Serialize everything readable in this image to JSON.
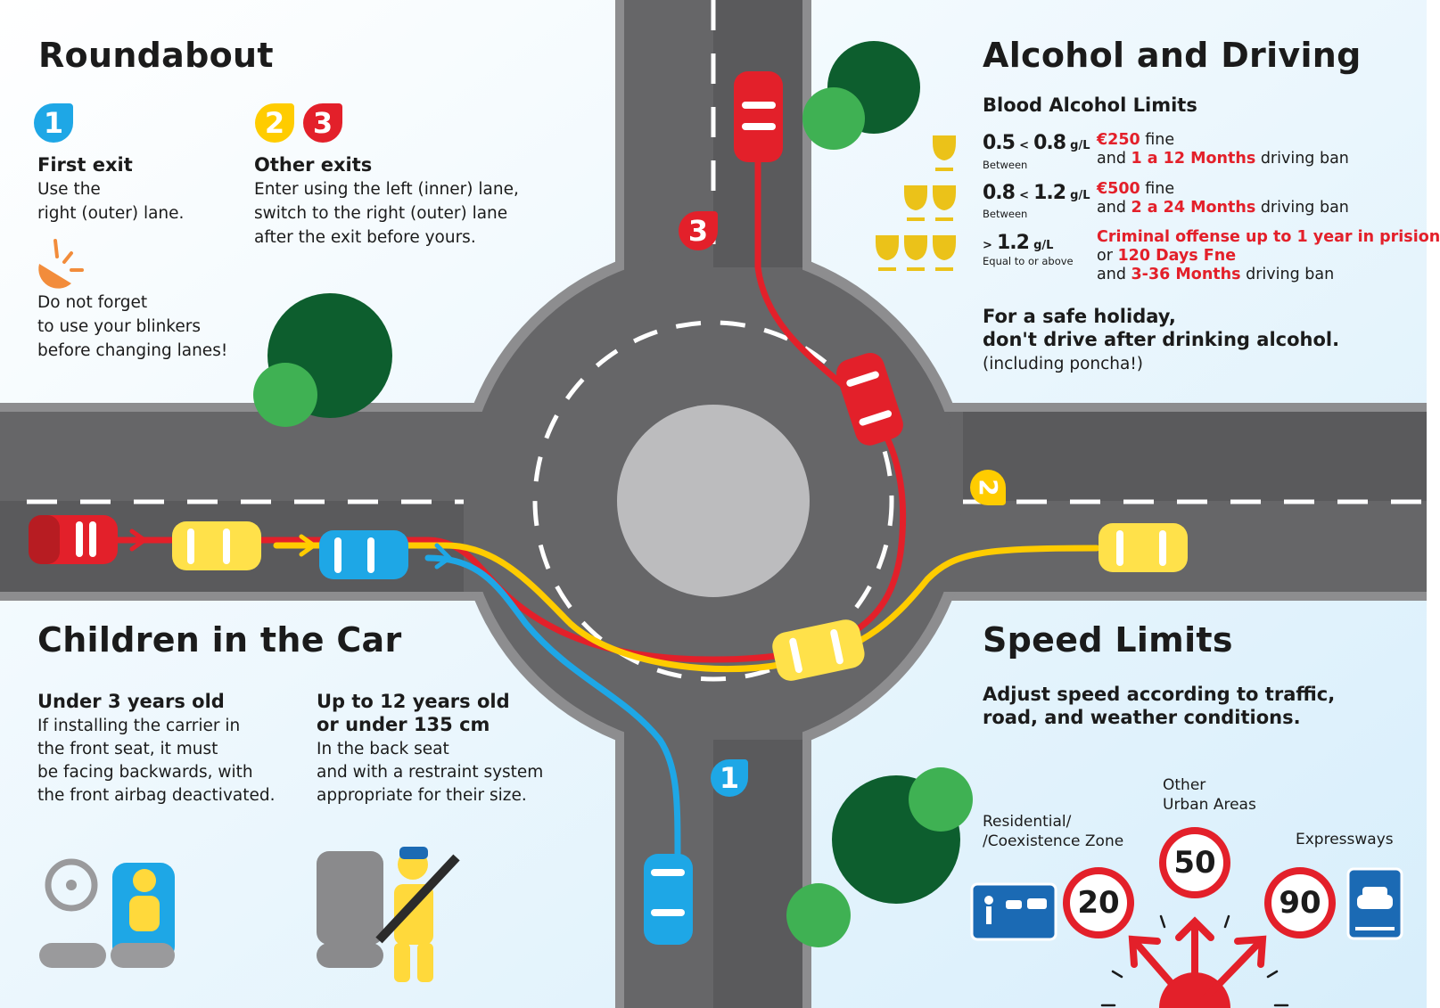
{
  "roundabout": {
    "title": "Roundabout",
    "first_exit": {
      "badge": "1",
      "heading": "First exit",
      "line1": "Use the",
      "line2": "right (outer) lane."
    },
    "other_exits": {
      "badge1": "2",
      "badge2": "3",
      "heading": "Other exits",
      "line1": "Enter using the left (inner) lane,",
      "line2": "switch to the right (outer) lane",
      "line3": "after the exit before yours."
    },
    "blinker_note": {
      "line1": "Do not forget",
      "line2": "to use your blinkers",
      "line3": "before changing lanes!"
    },
    "road_badges": {
      "exit1": "1",
      "exit2": "2",
      "exit3": "3"
    }
  },
  "alcohol": {
    "title": "Alcohol and Driving",
    "subtitle": "Blood Alcohol Limits",
    "rows": [
      {
        "range_a": "0.5",
        "sep": "<",
        "range_b": "0.8",
        "unit": "g/L",
        "qualifier": "Between",
        "fine_red": "€250",
        "fine_text": " fine",
        "ban_pre": "and ",
        "ban_red": "1 a 12 Months",
        "ban_post": " driving ban"
      },
      {
        "range_a": "0.8",
        "sep": "<",
        "range_b": "1.2",
        "unit": "g/L",
        "qualifier": "Between",
        "fine_red": "€500",
        "fine_text": " fine",
        "ban_pre": "and ",
        "ban_red": "2 a 24 Months",
        "ban_post": " driving ban"
      },
      {
        "range_a": ">",
        "range_b": "1.2",
        "unit": "g/L",
        "qualifier": "Equal to or above",
        "line1_red": "Criminal offense up to 1 year in prision",
        "line2_pre": "or ",
        "line2_red": "120 Days Fne",
        "ban_pre": "and ",
        "ban_red": "3-36 Months",
        "ban_post": " driving ban"
      }
    ],
    "safe1": "For a safe holiday,",
    "safe2": "don't drive after drinking alcohol.",
    "safe3": "(including poncha!)"
  },
  "children": {
    "title": "Children in the Car",
    "under3": {
      "heading": "Under 3 years old",
      "line1": "If installing the carrier in",
      "line2": "the front seat, it must",
      "line3": "be facing backwards, with",
      "line4": "the front airbag deactivated."
    },
    "upto12": {
      "heading1": "Up to 12 years old",
      "heading2": "or under 135 cm",
      "line1": "In the back seat",
      "line2": "and with a restraint system",
      "line3": "appropriate for their size."
    }
  },
  "speed": {
    "title": "Speed Limits",
    "sub1": "Adjust speed according to traffic,",
    "sub2": "road, and weather conditions.",
    "zones": [
      {
        "label1": "Residential/",
        "label2": "/Coexistence Zone",
        "limit": "20"
      },
      {
        "label1": "Other",
        "label2": "Urban Areas",
        "limit": "50"
      },
      {
        "label1": "Expressways",
        "limit": "90"
      }
    ]
  },
  "colors": {
    "road": "#666668",
    "road_dark": "#535355",
    "kerb": "#8d8d8f",
    "island": "#bcbcbe",
    "red": "#e3202a",
    "yellow": "#ffcc00",
    "blue": "#1ea7e6",
    "sign_blue": "#1b6ab4",
    "tree_dark": "#0d5e2e",
    "tree_light": "#3fb153",
    "bg": "#eef7fd"
  }
}
